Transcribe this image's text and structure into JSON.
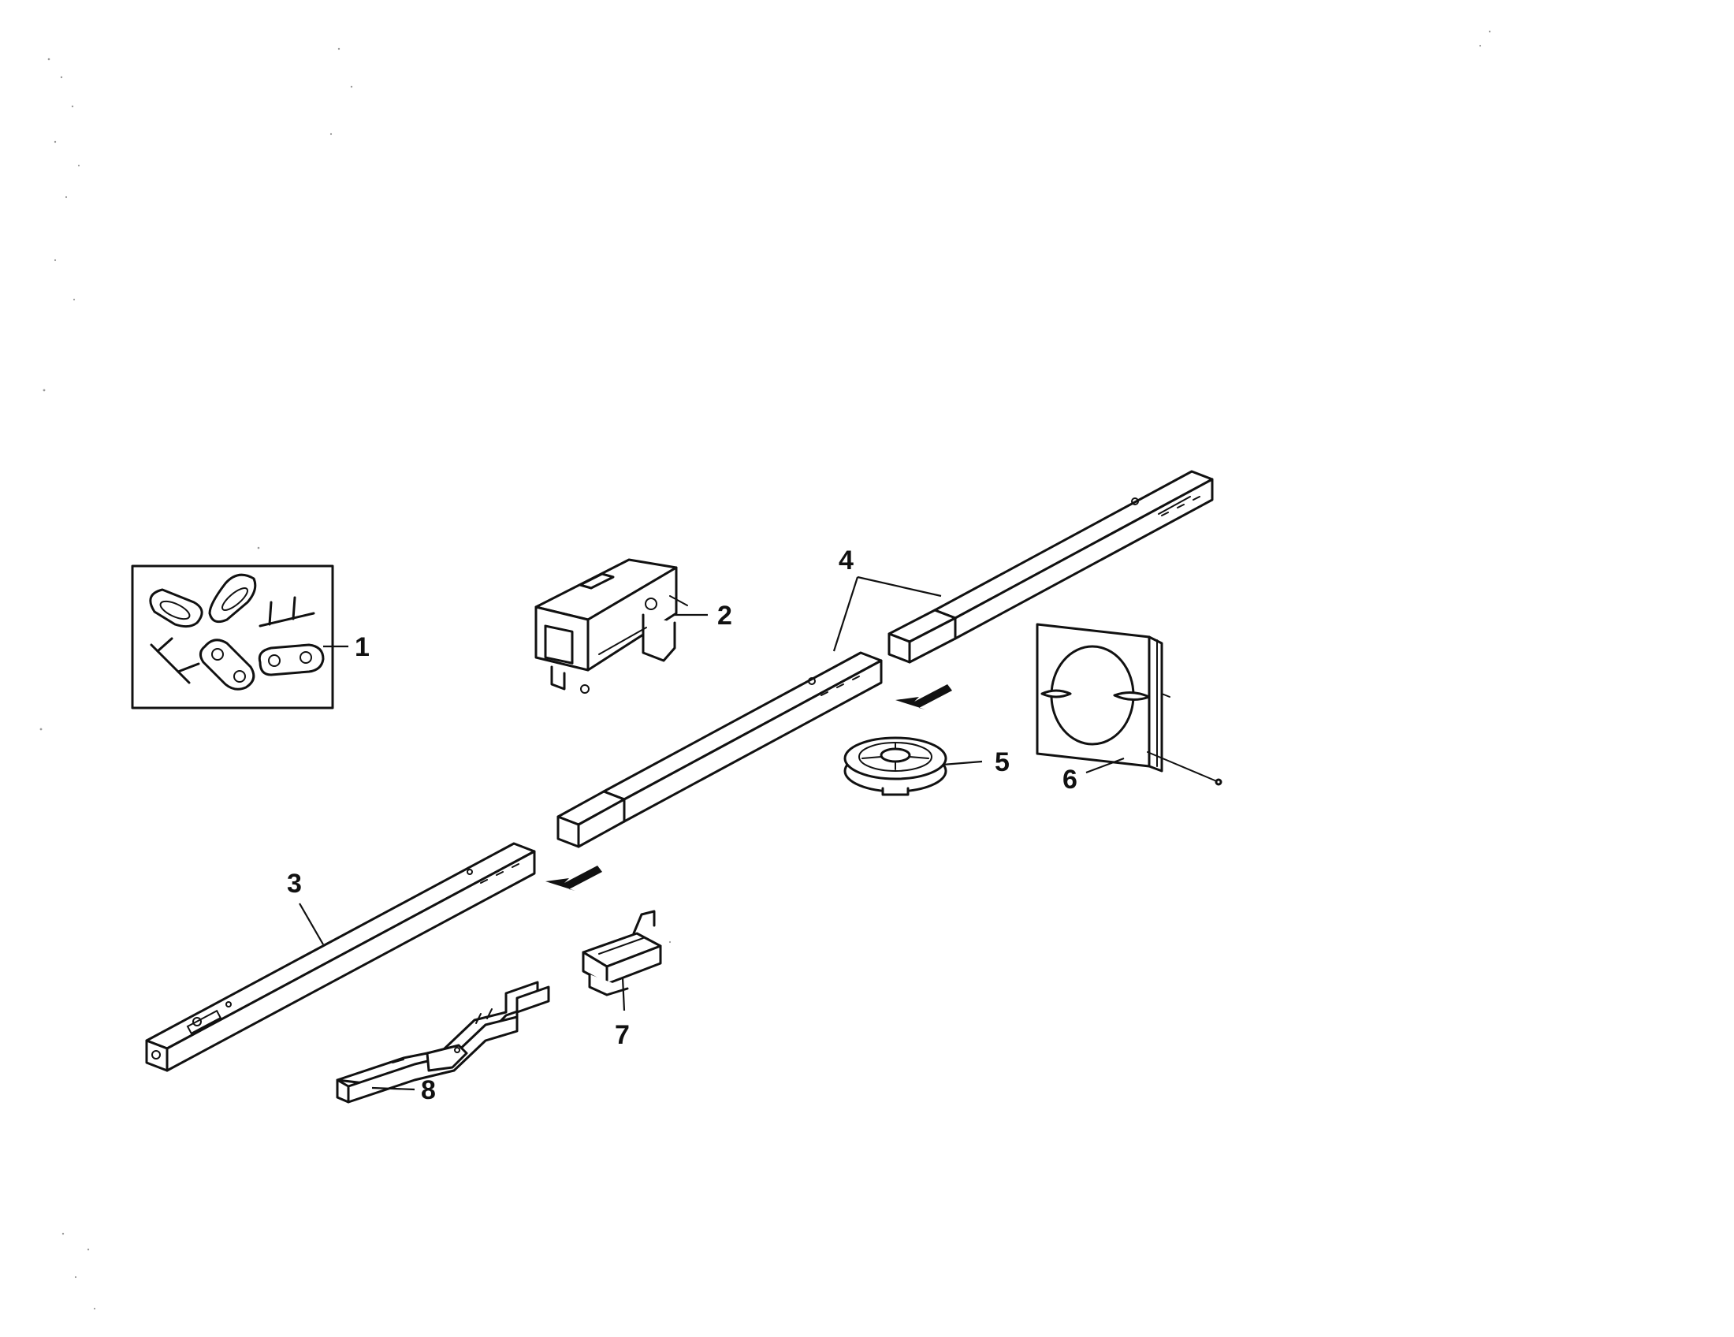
{
  "callouts": [
    {
      "id": "part-1",
      "label": "1"
    },
    {
      "id": "part-2",
      "label": "2"
    },
    {
      "id": "part-3",
      "label": "3"
    },
    {
      "id": "part-4",
      "label": "4"
    },
    {
      "id": "part-5",
      "label": "5"
    },
    {
      "id": "part-6",
      "label": "6"
    },
    {
      "id": "part-7",
      "label": "7"
    },
    {
      "id": "part-8",
      "label": "8"
    }
  ],
  "colors": {
    "ink": "#111111",
    "background": "#ffffff"
  }
}
